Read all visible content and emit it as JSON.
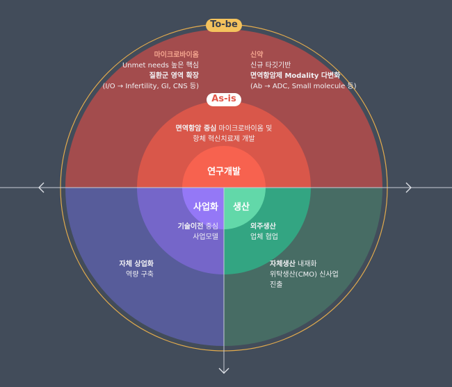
{
  "badges": {
    "to_be": "To-be",
    "as_is": "As-is"
  },
  "hub": {
    "research": "연구개발",
    "business": "사업화",
    "production": "생산"
  },
  "to_be_top_left": {
    "line1": "마이크로바이옴",
    "line2": "Unmet needs 높은 핵심",
    "line3": "질환군 영역 확장",
    "line4": "(I/O → Infertility, GI, CNS 등)"
  },
  "to_be_top_right": {
    "line1": "신약",
    "line2": "신규 타깃기반",
    "line3": "면역항암제 Modality 다변화",
    "line4": "(Ab → ADC, Small molecule 등)"
  },
  "as_is_research": {
    "bold": "면역항암 중심",
    "rest": " 마이크로바이옴 및",
    "line2": "항체 혁신치료제 개발"
  },
  "as_is_business": {
    "bold": "기술이전",
    "rest": " 중심",
    "line2": "사업모델"
  },
  "as_is_production": {
    "bold": "외주생산",
    "line2": "업체 협업"
  },
  "to_be_bottom_left": {
    "bold": "자체 상업화",
    "line2": "역량 구축"
  },
  "to_be_bottom_right": {
    "bold": "자체생산",
    "rest": " 내재화",
    "line2": "위탁생산(CMO) 신사업",
    "line3": "진출"
  },
  "colors": {
    "background": "#424c5a",
    "to_be_red": "#b0504c",
    "to_be_purple": "#5a5da0",
    "to_be_green": "#4a6f65",
    "research_red": "#d9574a",
    "research_core": "#f7634f",
    "business_purple": "#7a6cd0",
    "business_core": "#9478f5",
    "production_green": "#35a885",
    "production_core": "#62d8a9",
    "gold": "#e8b14f",
    "salmon": "#f3a48e"
  },
  "icons": [
    "chevron-left-icon",
    "chevron-right-icon",
    "chevron-down-icon"
  ]
}
